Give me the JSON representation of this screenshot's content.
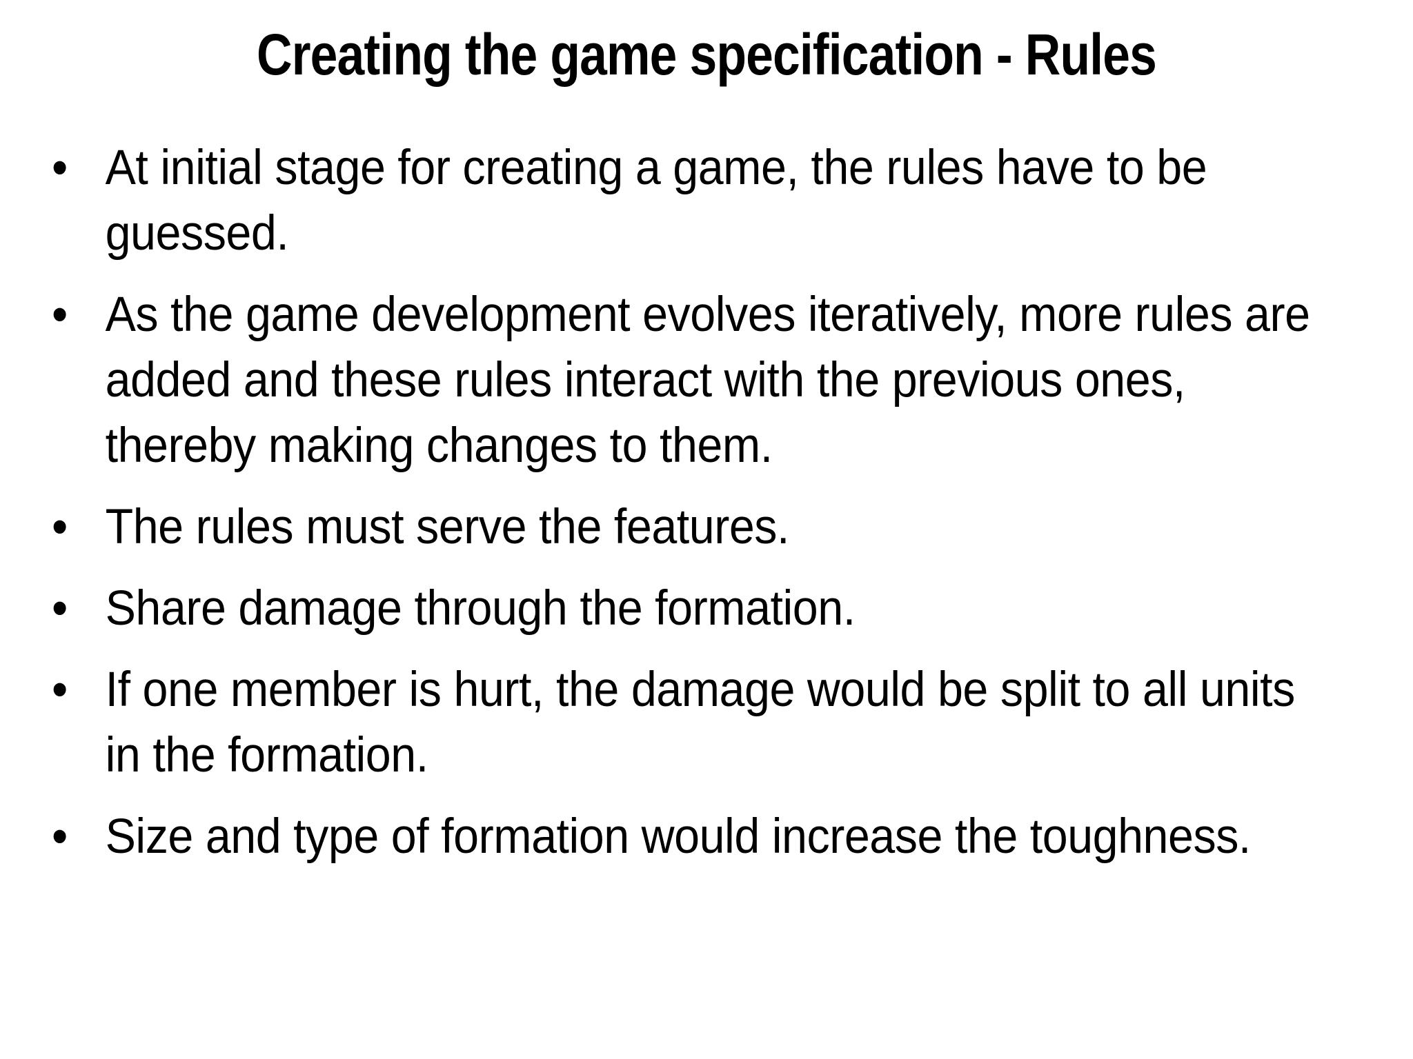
{
  "slide": {
    "title": "Creating the game specification - Rules",
    "bullet_glyph": "•",
    "bullets": [
      "At initial stage for creating a game, the rules have to be guessed.",
      "As the game development evolves iteratively, more rules are added and these rules interact with the previous ones, thereby making changes to them.",
      "The rules must serve the features.",
      "Share damage through the formation.",
      "If one member is hurt, the damage would be split to all units in the formation.",
      "Size and type of formation would increase the toughness."
    ]
  },
  "colors": {
    "background": "#ffffff",
    "text": "#000000"
  }
}
